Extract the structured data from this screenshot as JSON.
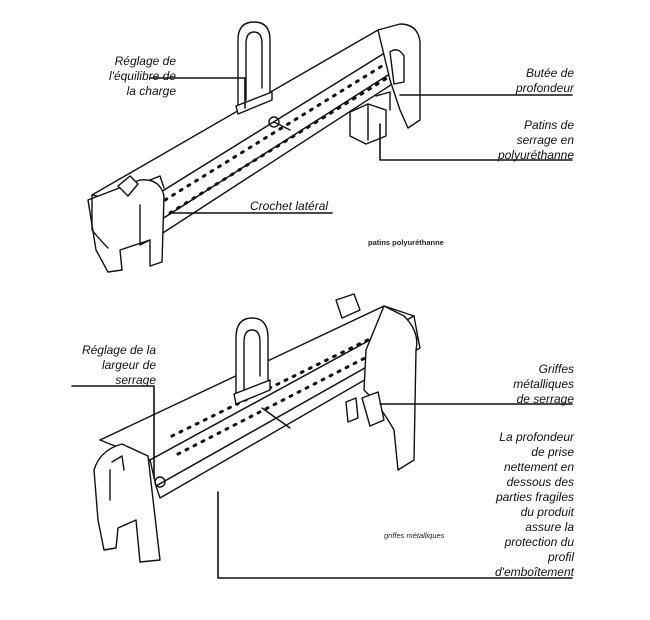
{
  "diagram_top": {
    "labels": {
      "reglage_equilibre": "Réglage de\nl'équilibre de\nla charge",
      "butee_profondeur": "Butée de\nprofondeur",
      "patins_serrage": "Patins de\nserrage en\npolyuréthanne",
      "crochet_lateral": "Crochet latéral"
    },
    "caption": "patins polyuréthanne"
  },
  "diagram_bottom": {
    "labels": {
      "reglage_largeur": "Réglage de la\nlargeur de\nserrage",
      "griffes_serrage": "Griffes\nmétalliques\nde serrage",
      "profondeur_prise": "La profondeur\nde prise\nnettement en\ndessous des\nparties fragiles\ndu produit\nassure la\nprotection du\nprofil\nd'emboîtement"
    },
    "caption": "griffes métalliques"
  },
  "colors": {
    "line": "#111111",
    "background": "#ffffff"
  }
}
